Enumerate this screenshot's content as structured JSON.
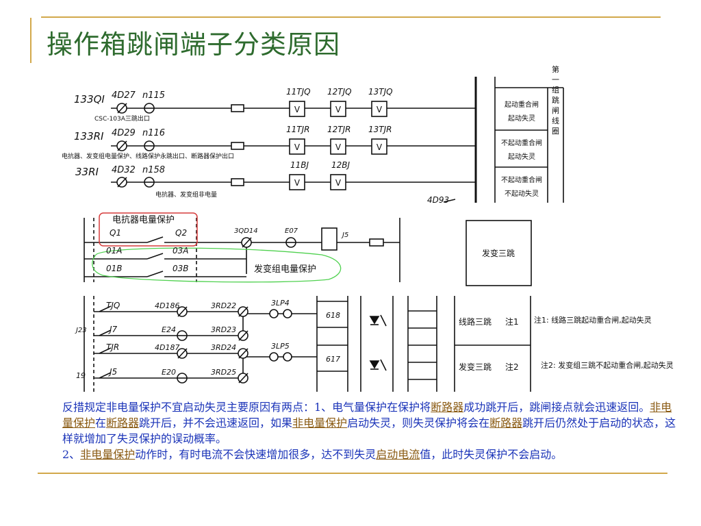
{
  "title": "操作箱跳闸端子分类原因",
  "top": {
    "rows": [
      {
        "label": "133QI",
        "t1": "4D27",
        "t2": "n115",
        "relays": [
          "11TJQ",
          "12TJQ",
          "13TJQ"
        ],
        "note": "CSC-103A三跳出口"
      },
      {
        "label": "133RI",
        "t1": "4D29",
        "t2": "n116",
        "relays": [
          "11TJR",
          "12TJR",
          "13TJR"
        ],
        "note": "电抗器、发变组电量保护、线路保护永跳出口、断路器保护出口"
      },
      {
        "label": "33RI",
        "t1": "4D32",
        "t2": "n158",
        "relays": [
          "11BJ",
          "12BJ"
        ],
        "note": "电抗器、发变组非电量"
      }
    ],
    "relay_symbol": "V",
    "bottom_label": "4D93",
    "table": [
      {
        "text1": "起动重合闸",
        "text2": "起动失灵"
      },
      {
        "text1": "不起动重合闸",
        "text2": "起动失灵"
      },
      {
        "text1": "不起动重合闸",
        "text2": "不起动失灵"
      }
    ],
    "table_side": "第一组跳闸线圈"
  },
  "middle": {
    "contacts": [
      "Q1",
      "Q2",
      "01A",
      "03A",
      "01B",
      "03B"
    ],
    "t1": "3QD14",
    "t2": "E07",
    "relay": "J5",
    "annot_red": "电抗器电量保护",
    "annot_green": "发变组电量保护",
    "box": "发变三跳"
  },
  "lower": {
    "left_labels": [
      "TJQ",
      "J7",
      "TJR",
      "J5"
    ],
    "side_labels": [
      "J23",
      "19"
    ],
    "col1": [
      "4D186",
      "E24",
      "4D187",
      "E20"
    ],
    "col2": [
      "3RD22",
      "3RD23",
      "3RD24",
      "3RD25"
    ],
    "plates": [
      "3LP4",
      "3LP5"
    ],
    "boxes": [
      "618",
      "617"
    ],
    "table": [
      {
        "name": "线路三跳",
        "note": "注1"
      },
      {
        "name": "发变三跳",
        "note": "注2"
      }
    ],
    "note1": "注1:  线路三跳起动重合闸,起动失灵",
    "note2": "注2:  发变组三跳不起动重合闸,起动失灵"
  },
  "text": {
    "p1_a": "反措规定非电量保护不宜启动失灵主要原因有两点：1、电气量保护在保护将",
    "p1_u1": "断路器",
    "p1_b": "成功跳开后，跳闸接点就会迅速返回。",
    "p1_u2": "非电量保护",
    "p1_c": "在",
    "p1_u3": "断路器",
    "p1_d": "跳开后，并不会迅速返回，如果",
    "p1_u4": "非电量保护",
    "p1_e": "启动失灵，则失灵保护将会在",
    "p1_u5": "断路器",
    "p1_f": "跳开后仍然处于启动的状态，这样就增加了失灵保护的误动概率。",
    "p2_a": "2、",
    "p2_u1": "非电量保护",
    "p2_b": "动作时，有时电流不会快速增加很多，达不到失灵",
    "p2_u2": "启动电流",
    "p2_c": "值，此时失灵保护不会启动。"
  }
}
